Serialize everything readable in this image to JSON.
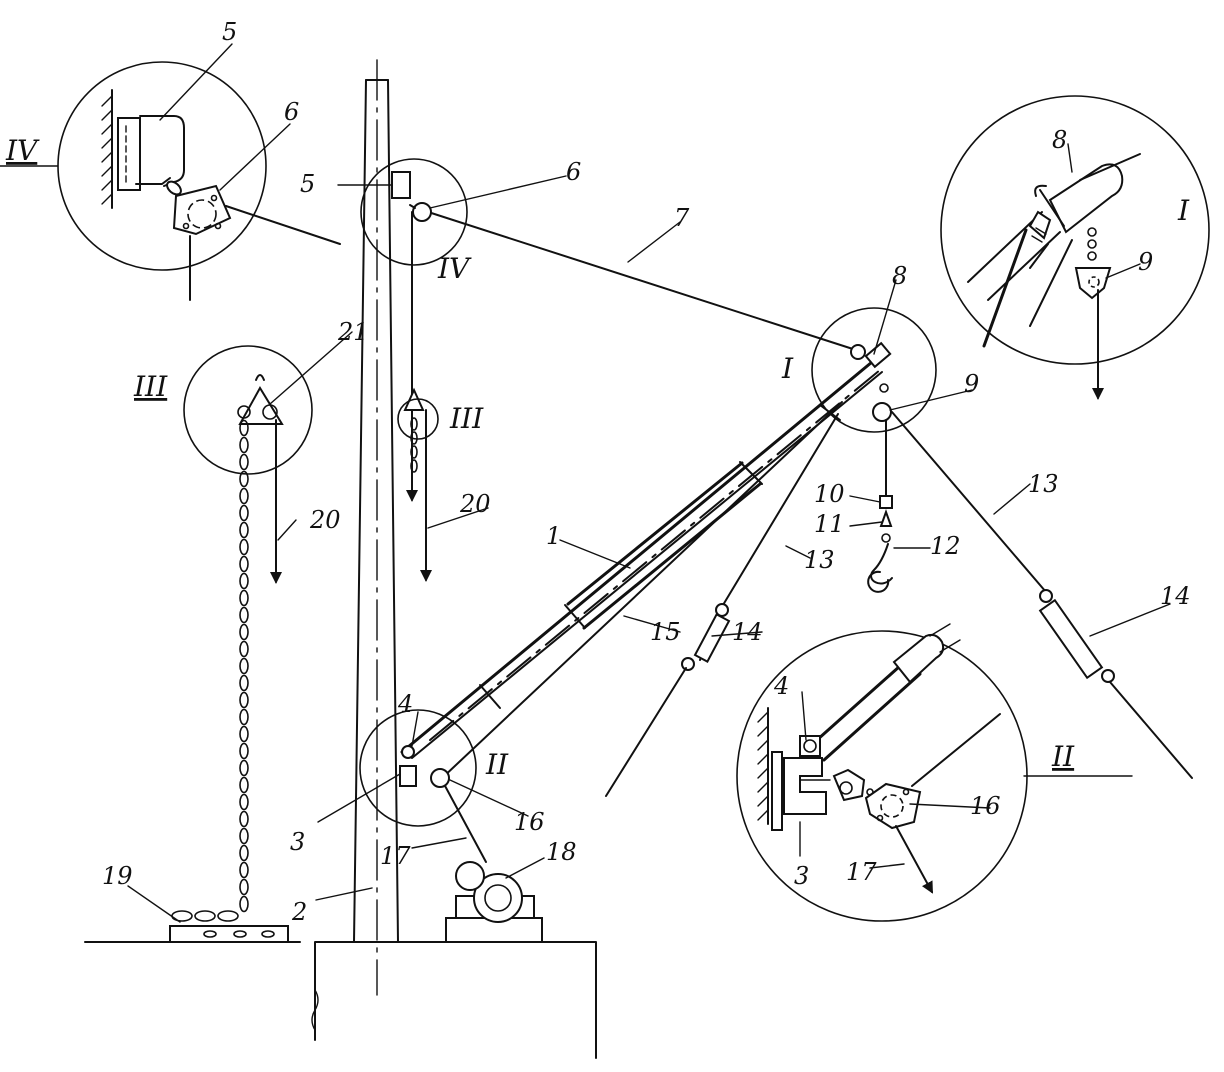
{
  "callouts": {
    "n1": "1",
    "n2": "2",
    "n3": "3",
    "n4": "4",
    "n5": "5",
    "n6": "6",
    "n7": "7",
    "n8": "8",
    "n9": "9",
    "n10": "10",
    "n11": "11",
    "n12": "12",
    "n13": "13",
    "n14": "14",
    "n15": "15",
    "n16": "16",
    "n17": "17",
    "n18": "18",
    "n19": "19",
    "n20": "20",
    "n21": "21"
  },
  "details": {
    "d1": "I",
    "d2": "II",
    "d3": "III",
    "d4": "IV"
  }
}
